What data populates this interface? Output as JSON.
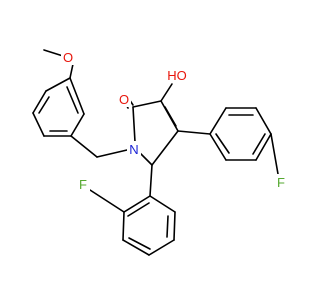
{
  "diagram": {
    "type": "chemical-structure",
    "atom_labels": {
      "methoxy_o": "O",
      "carbonyl_o": "O",
      "hydroxyl": "HO",
      "ring_n": "N",
      "fluoro_para": "F",
      "fluoro_ortho": "F"
    },
    "colors": {
      "bond": "#000000",
      "oxygen": "#e8160c",
      "nitrogen": "#1b23d6",
      "fluorine": "#55a830",
      "carbon": "#000000"
    }
  }
}
